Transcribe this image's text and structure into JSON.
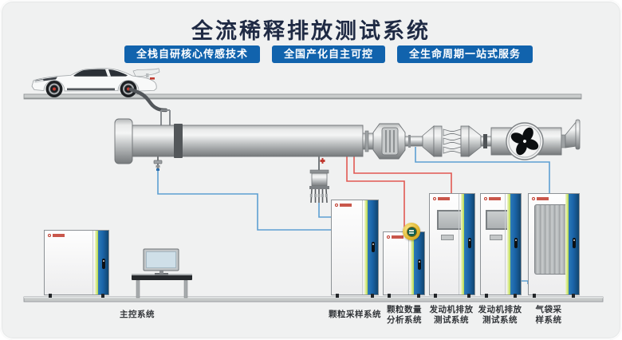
{
  "header": {
    "title": "全流稀释排放测试系统",
    "badges": [
      "全栈自研核心传感技术",
      "全国产化自主可控",
      "全生命周期一站式服务"
    ]
  },
  "systems": {
    "main_control": {
      "label": "主控系统"
    },
    "particle_sampling": {
      "label": "颗粒采样系统"
    },
    "particle_number": {
      "label_line1": "颗粒数量",
      "label_line2": "分析系统"
    },
    "engine_emission_1": {
      "label_line1": "发动机排放",
      "label_line2": "测试系统"
    },
    "engine_emission_2": {
      "label_line1": "发动机排放",
      "label_line2": "测试系统"
    },
    "gas_bag": {
      "label_line1": "气袋采",
      "label_line2": "样系统"
    }
  },
  "colors": {
    "background": "#f0f1f1",
    "title_navy": "#1f2a44",
    "badge_blue": "#1163ad",
    "cabinet_blue": "#1a64a8",
    "stripe_green": "#b5d84a",
    "line_red": "#e15952",
    "line_blue": "#5d9fd3",
    "gold_badge": "#e0b62f"
  }
}
